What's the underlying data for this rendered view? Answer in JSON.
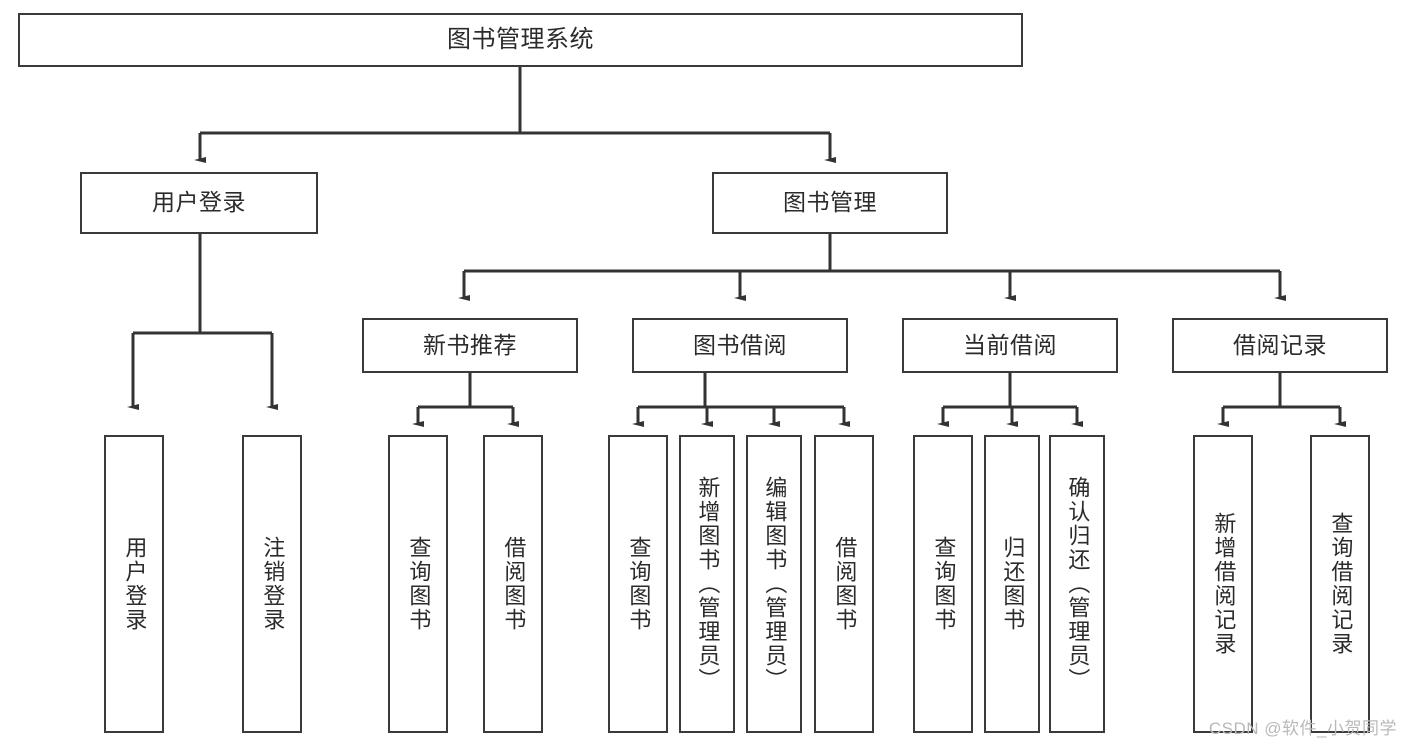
{
  "diagram": {
    "title": "图书管理系统",
    "type": "tree",
    "watermark": "CSDN @软件_小贺同学",
    "colors": {
      "box_border": "#3a3a3a",
      "box_fill": "#ffffff",
      "line": "#333333",
      "text": "#2b2b2b",
      "watermark": "#b9b9b9",
      "background": "#ffffff"
    },
    "levels": {
      "root": "图书管理系统",
      "level2": [
        "用户登录",
        "图书管理"
      ],
      "level3": [
        "新书推荐",
        "图书借阅",
        "当前借阅",
        "借阅记录"
      ]
    },
    "nodes": {
      "root": {
        "label": "图书管理系统"
      },
      "user_login": {
        "label": "用户登录"
      },
      "book_manage": {
        "label": "图书管理"
      },
      "new_book_rec": {
        "label": "新书推荐"
      },
      "book_borrow": {
        "label": "图书借阅"
      },
      "current_borrow": {
        "label": "当前借阅"
      },
      "borrow_record": {
        "label": "借阅记录"
      }
    },
    "leaves": {
      "user_login": [
        {
          "label": "用户登录"
        },
        {
          "label": "注销登录"
        }
      ],
      "new_book_rec": [
        {
          "label": "查询图书"
        },
        {
          "label": "借阅图书"
        }
      ],
      "book_borrow": [
        {
          "label": "查询图书"
        },
        {
          "label": "新增图书（管理员）"
        },
        {
          "label": "编辑图书（管理员）"
        },
        {
          "label": "借阅图书"
        }
      ],
      "current_borrow": [
        {
          "label": "查询图书"
        },
        {
          "label": "归还图书"
        },
        {
          "label": "确认归还（管理员）"
        }
      ],
      "borrow_record": [
        {
          "label": "新增借阅记录"
        },
        {
          "label": "查询借阅记录"
        }
      ]
    }
  }
}
